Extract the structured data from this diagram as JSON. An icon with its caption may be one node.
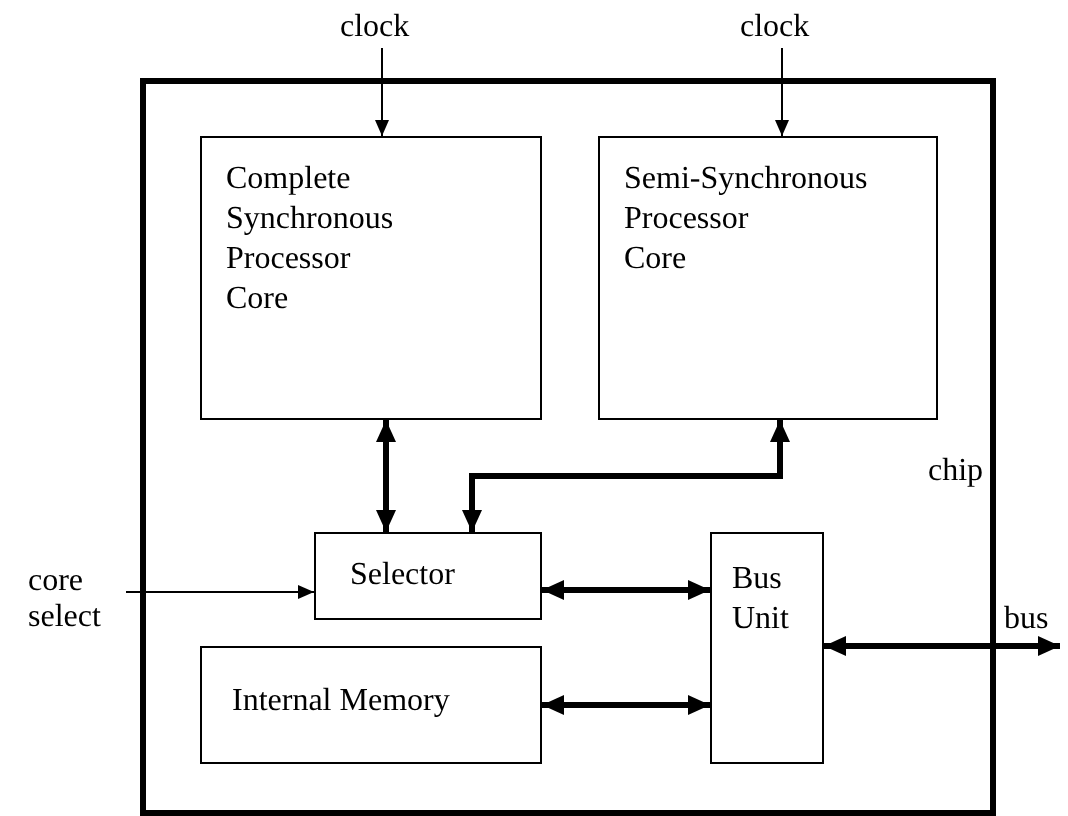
{
  "diagram": {
    "nodes": [
      {
        "text": [
          "clock"
        ]
      },
      {
        "text": [
          "clock"
        ]
      },
      {
        "text": [
          "chip"
        ]
      },
      {
        "text": [
          "Complete Synchronous Processor Core"
        ],
        "in": 2
      },
      {
        "text": [
          "Semi-Synchronous Processor Core"
        ],
        "in": 2
      },
      {
        "text": [
          "Selector"
        ],
        "in": 2
      },
      {
        "text": [
          "Internal Memory"
        ],
        "in": 2
      },
      {
        "text": [
          "Bus Unit"
        ],
        "in": 2
      },
      {
        "text": [
          "core select"
        ]
      },
      {
        "text": [
          "bus"
        ]
      }
    ],
    "edges": [
      {
        "from": 0,
        "to": 3,
        "arrow": "to"
      },
      {
        "from": 1,
        "to": 4,
        "arrow": "to"
      },
      {
        "from": 3,
        "to": 5,
        "arrow": "both"
      },
      {
        "from": 4,
        "to": 5,
        "arrow": "both"
      },
      {
        "from": 8,
        "to": 5,
        "arrow": "to"
      },
      {
        "from": 5,
        "to": 7,
        "arrow": "both"
      },
      {
        "from": 6,
        "to": 7,
        "arrow": "both"
      },
      {
        "from": 7,
        "to": 9,
        "arrow": "both"
      }
    ]
  }
}
